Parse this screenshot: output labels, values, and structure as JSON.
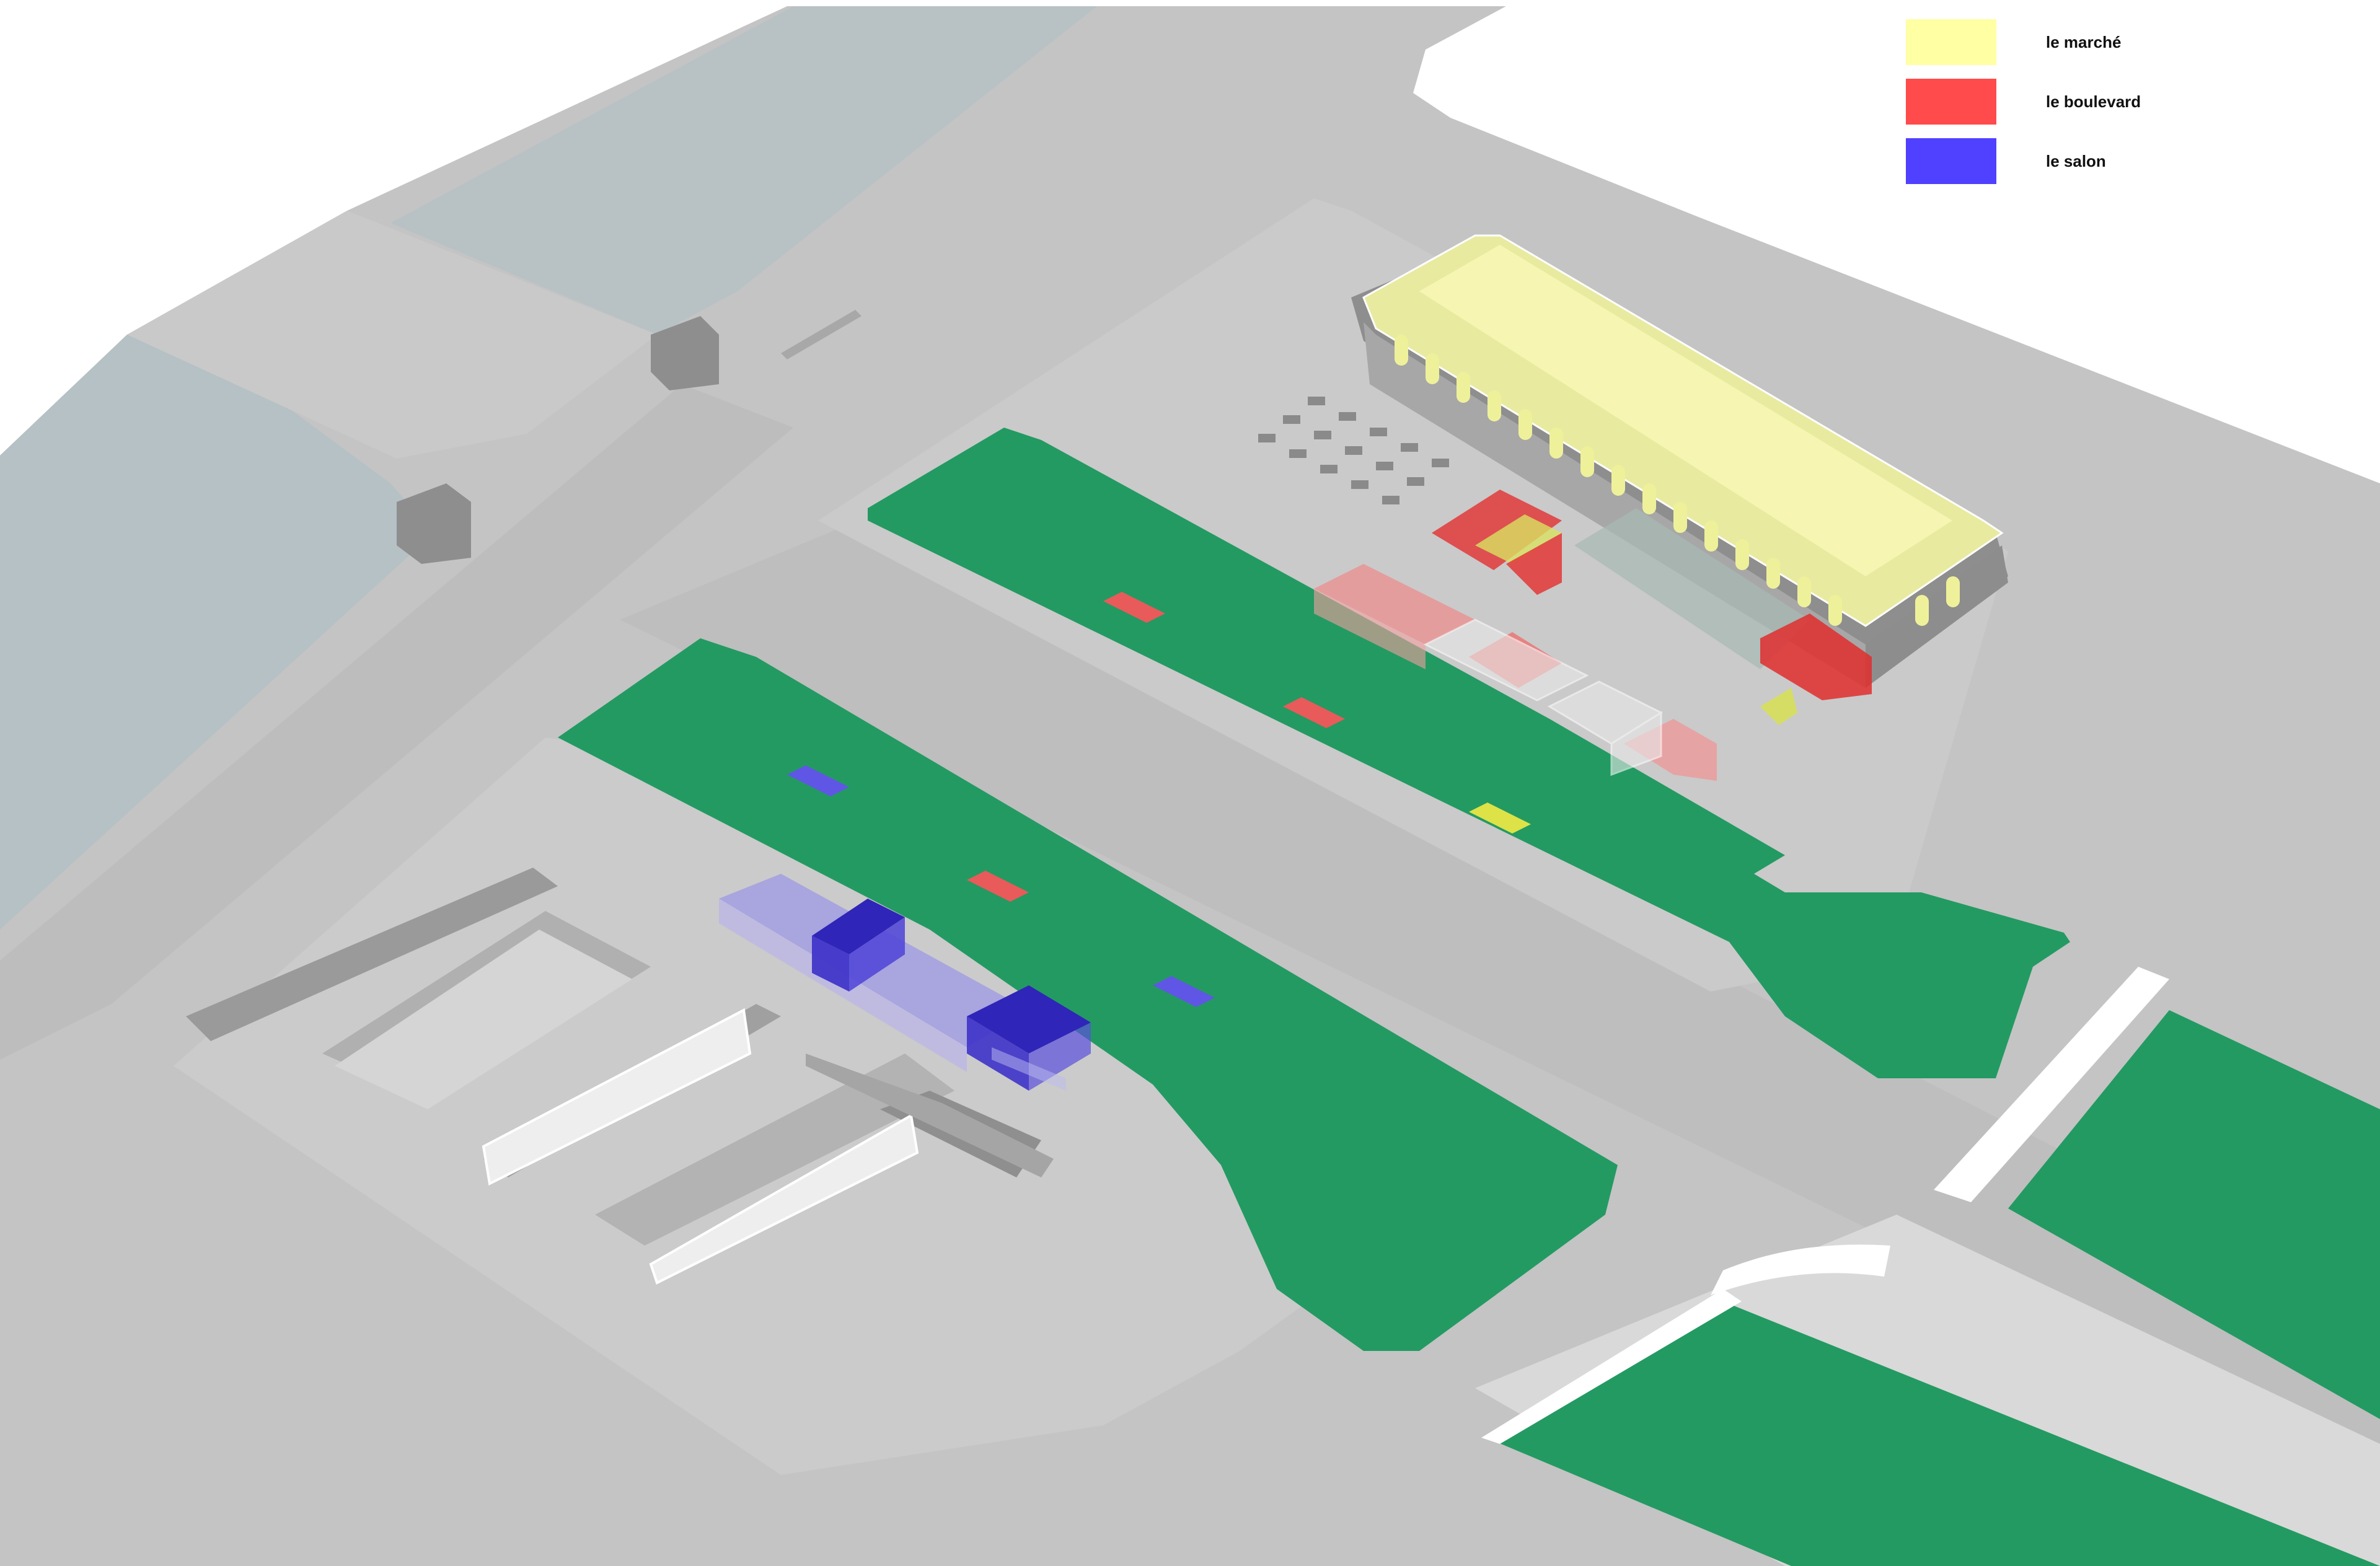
{
  "legend": {
    "items": [
      {
        "label": "le marché",
        "color": "#FFFFA3"
      },
      {
        "label": "le boulevard",
        "color": "#FF4B4B"
      },
      {
        "label": "le salon",
        "color": "#5040FF"
      }
    ]
  },
  "palette": {
    "background": "#FFFFFF",
    "ground": "#C6C6C6",
    "street": "#B9B9B9",
    "water": "#B5C0C3",
    "lawn": "#239A62",
    "building": "#9C9C9C",
    "building_roof": "#ECECA2",
    "marche": "#F2F28A",
    "boulevard": "#FF4B4B",
    "salon": "#4E3FE0"
  }
}
